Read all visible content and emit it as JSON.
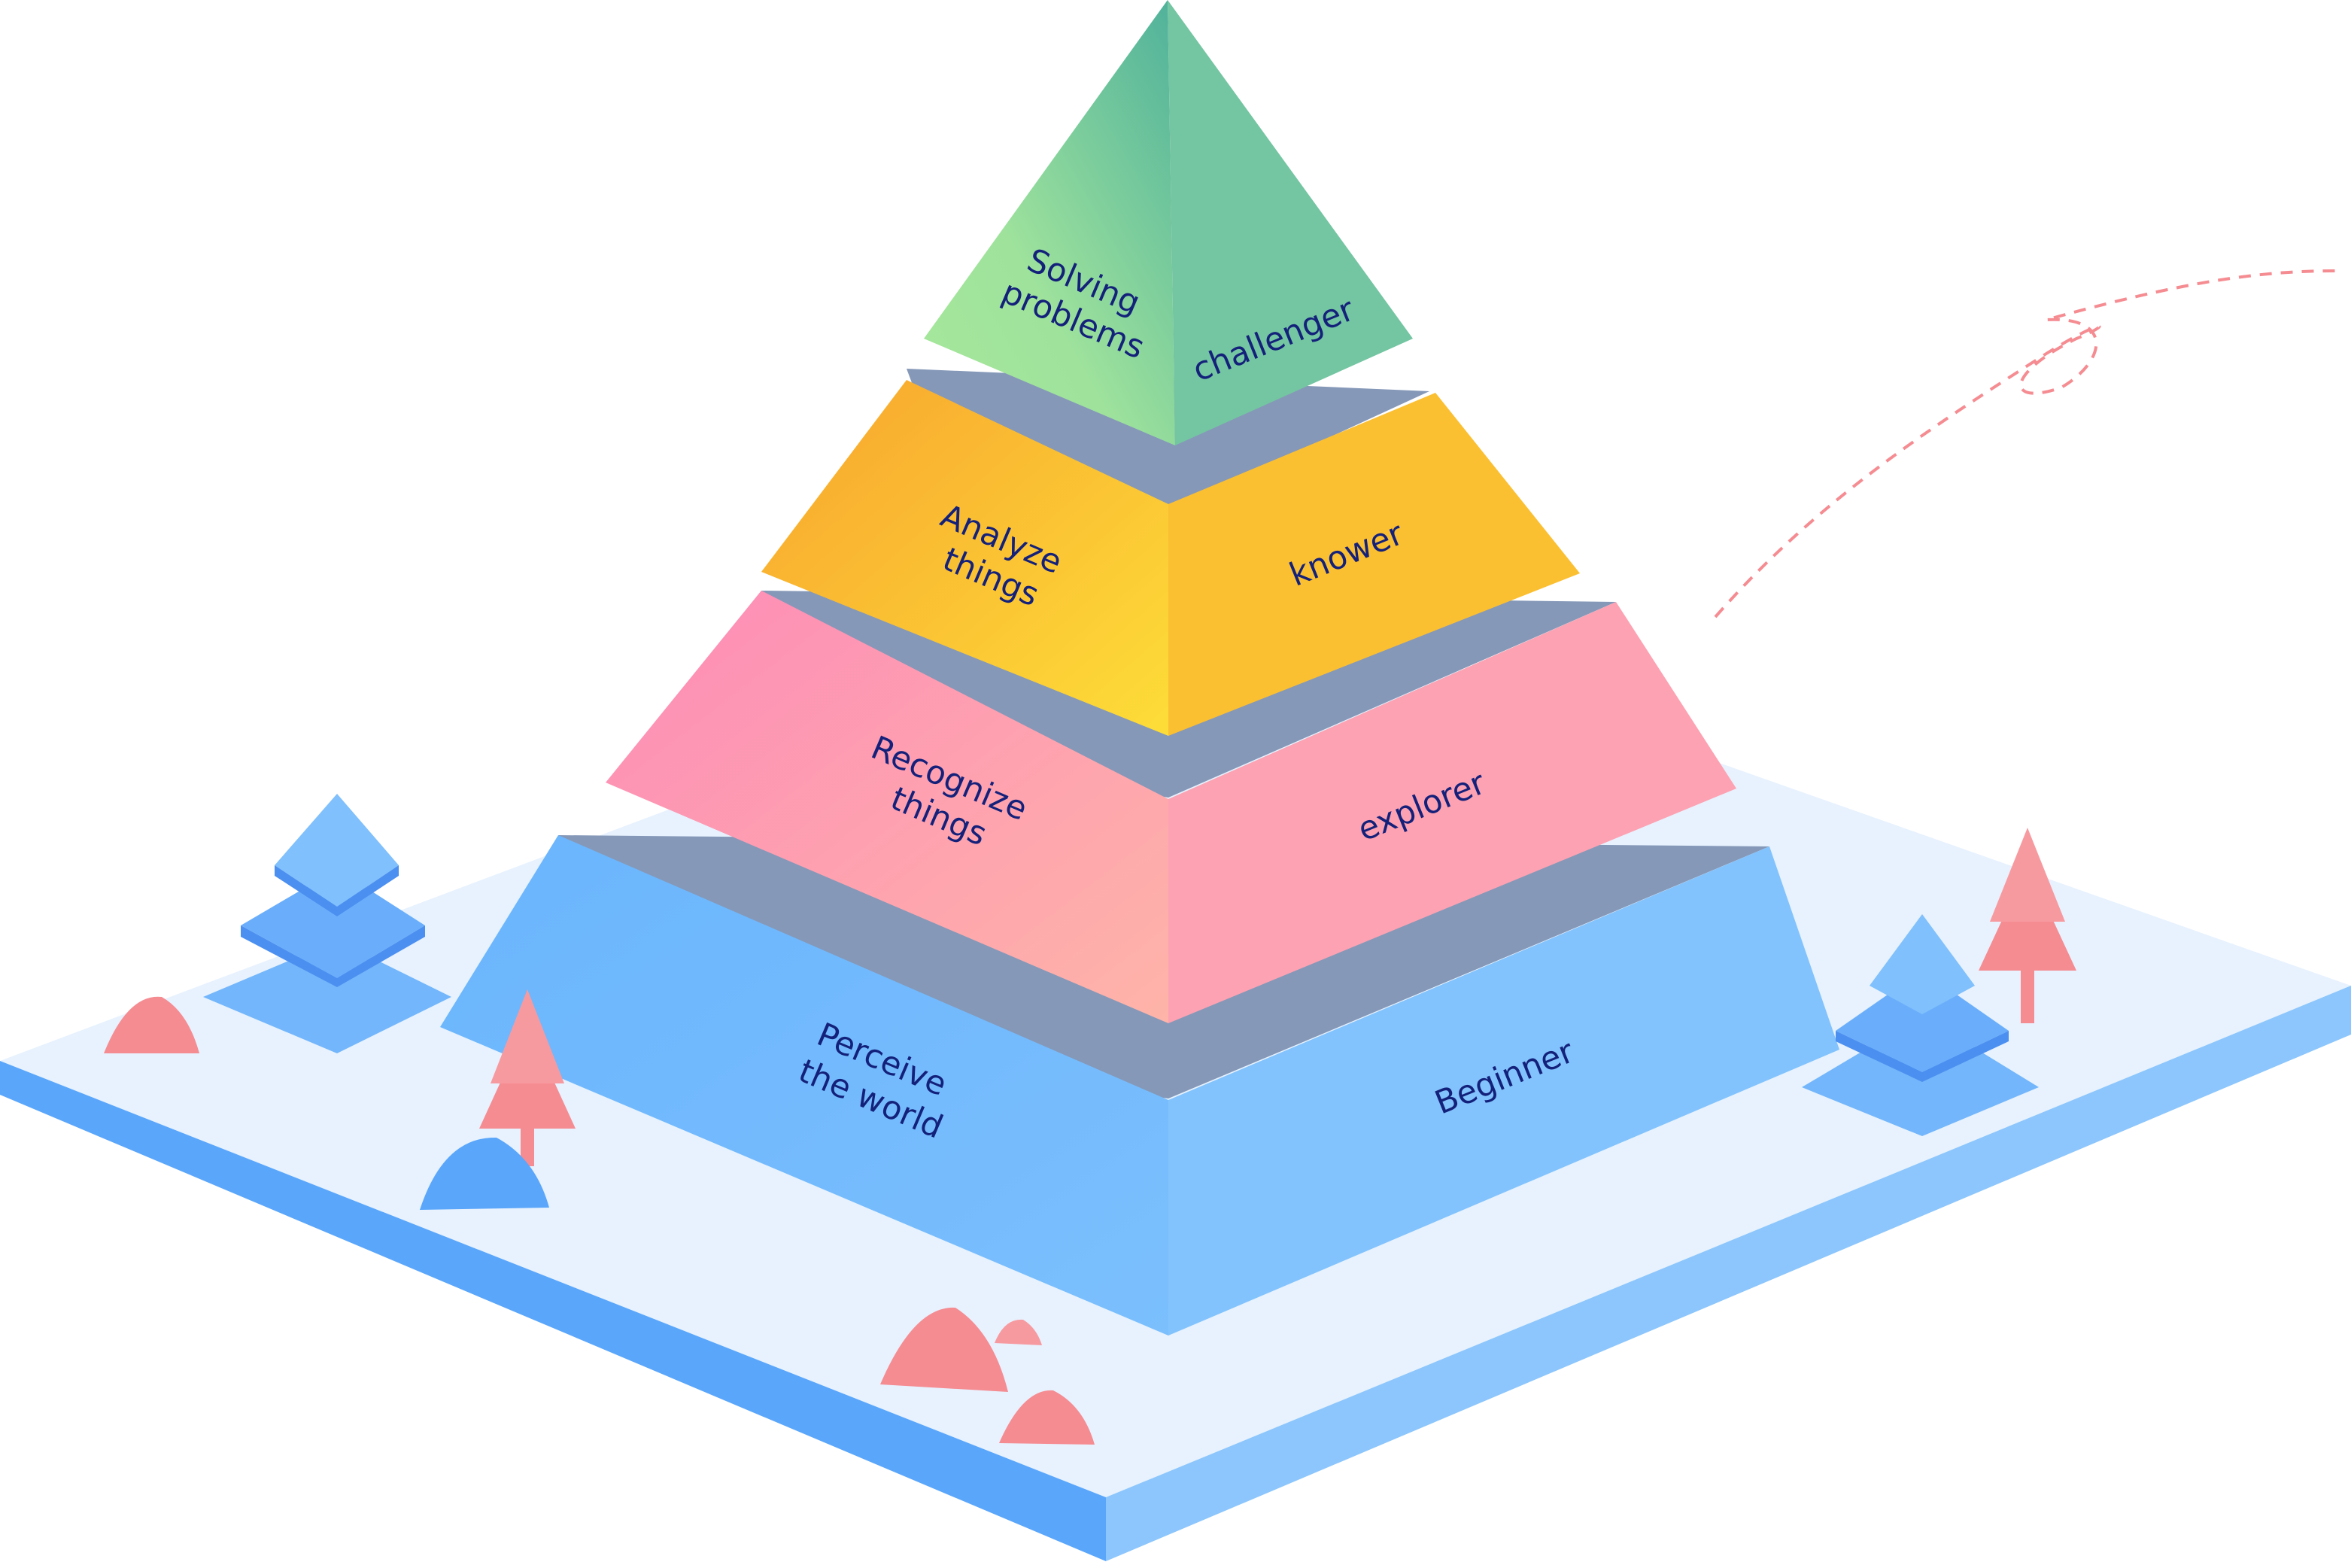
{
  "tiers": [
    {
      "id": "solving",
      "left_label": [
        "Solving",
        "problems"
      ],
      "right_label": "challenger"
    },
    {
      "id": "analyze",
      "left_label": [
        "Analyze",
        "things"
      ],
      "right_label": "knower"
    },
    {
      "id": "recognize",
      "left_label": [
        "Recognize",
        "things"
      ],
      "right_label": "explorer"
    },
    {
      "id": "perceive",
      "left_label": [
        "Perceive",
        "the world"
      ],
      "right_label": "Beginner"
    }
  ],
  "colors": {
    "label_text": "#14217a",
    "tier_green": "#74c5a2",
    "tier_yellow": "#fbbf32",
    "tier_pink": "#fda2b2",
    "tier_blue": "#72b9fd",
    "separator": "#8598b8",
    "platform_top": "#e7f2fe",
    "platform_side": "#5aa6fb",
    "tree_pink": "#f58c92",
    "tree_blue": "#73b6fb"
  }
}
